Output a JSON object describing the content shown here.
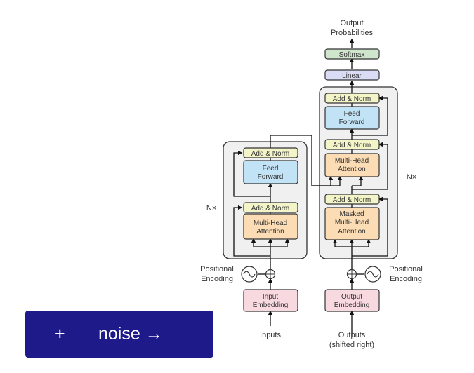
{
  "encoder": {
    "n_label": "N×",
    "add_norm_top": "Add & Norm",
    "ff_line1": "Feed",
    "ff_line2": "Forward",
    "add_norm_bottom": "Add & Norm",
    "mha_line1": "Multi-Head",
    "mha_line2": "Attention",
    "pos_enc_line1": "Positional",
    "pos_enc_line2": "Encoding",
    "embed_line1": "Input",
    "embed_line2": "Embedding",
    "input_label": "Inputs"
  },
  "decoder": {
    "n_label": "N×",
    "add_norm_top": "Add & Norm",
    "ff_line1": "Feed",
    "ff_line2": "Forward",
    "add_norm_middle": "Add & Norm",
    "mha_line1": "Multi-Head",
    "mha_line2": "Attention",
    "add_norm_bottom": "Add & Norm",
    "masked_line1": "Masked",
    "masked_line2": "Multi-Head",
    "masked_line3": "Attention",
    "pos_enc_line1": "Positional",
    "pos_enc_line2": "Encoding",
    "embed_line1": "Output",
    "embed_line2": "Embedding",
    "input_line1": "Outputs",
    "input_line2": "(shifted right)"
  },
  "head": {
    "linear": "Linear",
    "softmax": "Softmax",
    "output_line1": "Output",
    "output_line2": "Probabilities"
  },
  "noise_button": {
    "plus": "+",
    "label": "noise →"
  },
  "colors": {
    "add_norm": "#f3f5c8",
    "feed_forward": "#c2e2f5",
    "attention": "#fbdcb4",
    "embedding": "#f8d9e0",
    "linear": "#dadcf5",
    "softmax": "#cfe6cd",
    "stack_background": "#f0f0f0",
    "button": "#1f1a8a"
  }
}
